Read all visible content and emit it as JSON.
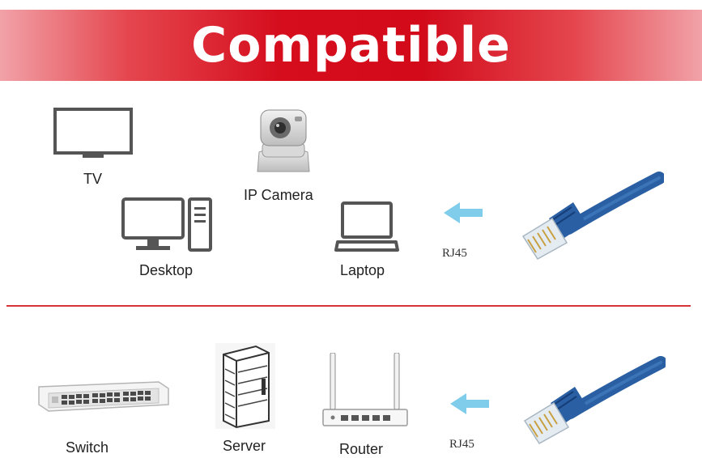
{
  "banner": {
    "title": "Compatible"
  },
  "devices": {
    "tv": "TV",
    "ip_camera": "IP Camera",
    "desktop": "Desktop",
    "laptop": "Laptop",
    "switch": "Switch",
    "server": "Server",
    "router": "Router"
  },
  "connectors": {
    "top": "RJ45",
    "bottom": "RJ45"
  },
  "colors": {
    "banner_red": "#d50d1d",
    "divider": "#d8323a",
    "arrow": "#7fcdeb",
    "cable": "#2a5fa3",
    "icon": "#555555"
  },
  "icons": [
    "tv-icon",
    "ip-camera-icon",
    "desktop-icon",
    "laptop-icon",
    "switch-icon",
    "server-icon",
    "router-icon",
    "arrow-left-icon",
    "rj45-cable-icon"
  ]
}
